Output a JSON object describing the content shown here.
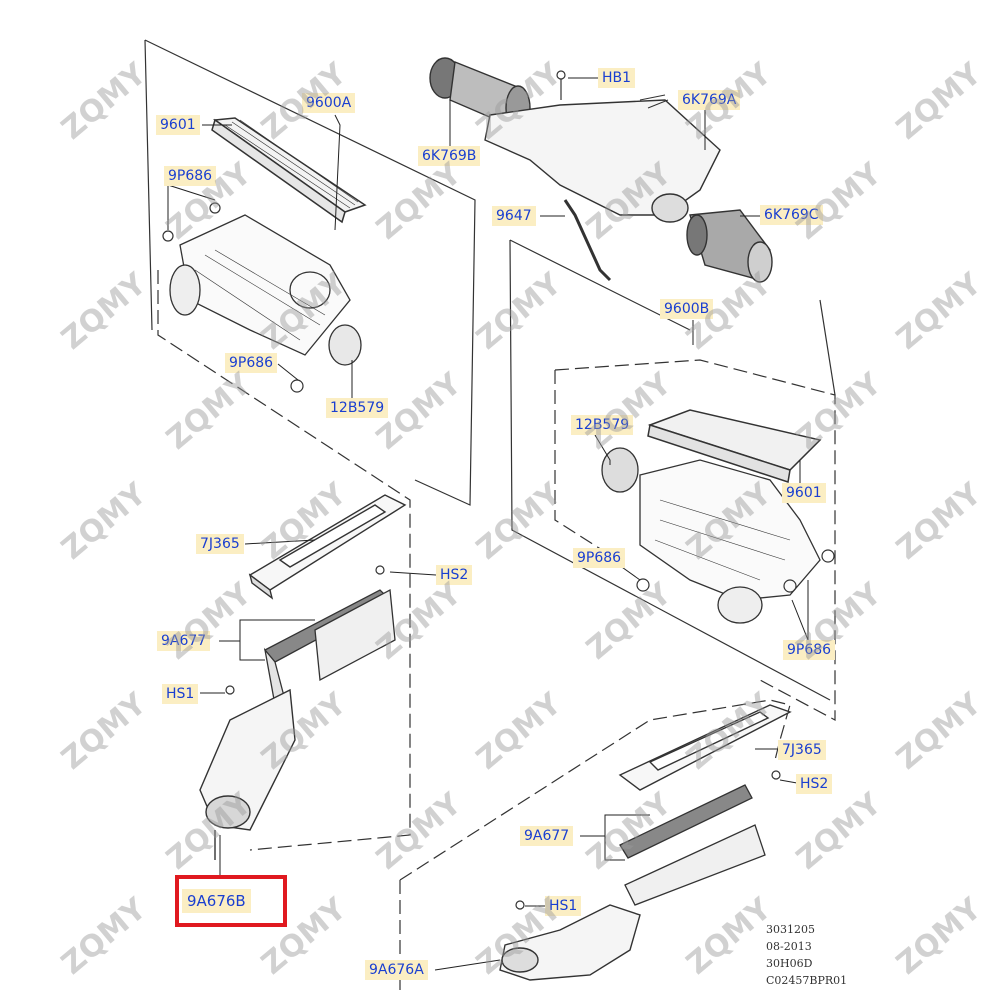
{
  "labels": {
    "l_9600A": "9600A",
    "l_9601_a": "9601",
    "l_9P686_a": "9P686",
    "l_9P686_b": "9P686",
    "l_12B579_a": "12B579",
    "l_6K769B": "6K769B",
    "l_HB1": "HB1",
    "l_6K769A": "6K769A",
    "l_9647": "9647",
    "l_6K769C": "6K769C",
    "l_9600B": "9600B",
    "l_12B579_b": "12B579",
    "l_9601_b": "9601",
    "l_9P686_c": "9P686",
    "l_9P686_d": "9P686",
    "l_7J365_a": "7J365",
    "l_HS2_a": "HS2",
    "l_9A677_a": "9A677",
    "l_HS1_a": "HS1",
    "l_9A676B": "9A676B",
    "l_7J365_b": "7J365",
    "l_HS2_b": "HS2",
    "l_9A677_b": "9A677",
    "l_HS1_b": "HS1",
    "l_9A676A": "9A676A"
  },
  "highlight": {
    "label_key": "l_9A676B",
    "box_color": "#e0191f"
  },
  "colors": {
    "label_text": "#1a3fd1",
    "label_bg": "#fbeec3",
    "line": "#222222"
  },
  "notes": [
    "3031205",
    "08-2013",
    "30H06D",
    "C02457BPR01"
  ],
  "watermark_text": "ZQMY"
}
